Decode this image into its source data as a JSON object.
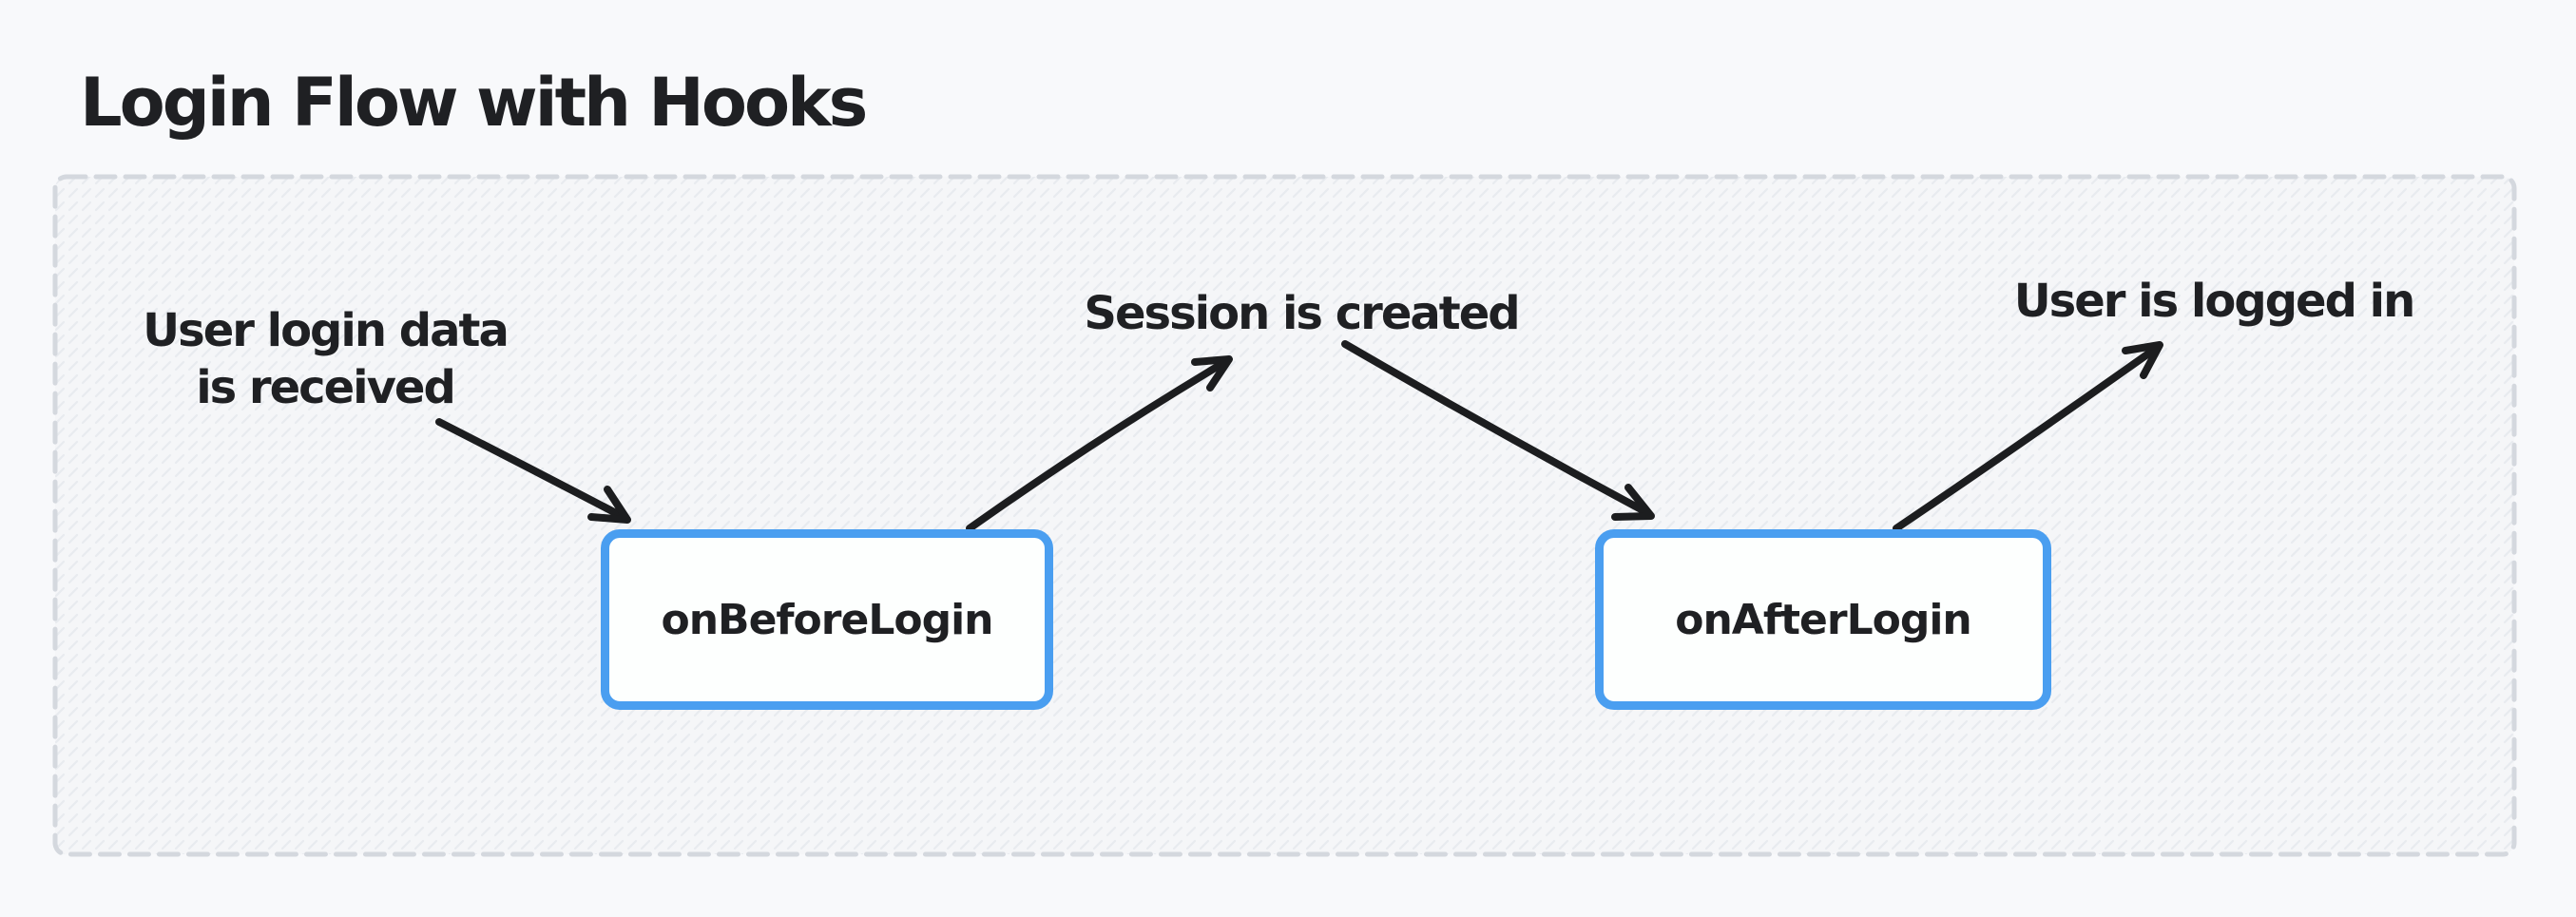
{
  "title": "Login Flow with Hooks",
  "canvas": {
    "background_color": "#f8f9fb",
    "frame_fill_color": "#f5f6f8",
    "frame_dash_color": "#d4d8de",
    "hatch_color": "#e8ebef"
  },
  "nodes": {
    "before": {
      "label": "onBeforeLogin"
    },
    "after": {
      "label": "onAfterLogin"
    }
  },
  "annotations": {
    "received": {
      "line1": "User login data",
      "line2": "is received"
    },
    "session": {
      "text": "Session is created"
    },
    "logged_in": {
      "text": "User is logged in"
    }
  },
  "edges": [
    {
      "from": "user-login-data-is-received",
      "to": "onBeforeLogin"
    },
    {
      "from": "onBeforeLogin",
      "to": "session-is-created"
    },
    {
      "from": "session-is-created",
      "to": "onAfterLogin"
    },
    {
      "from": "onAfterLogin",
      "to": "user-is-logged-in"
    }
  ],
  "colors": {
    "node_border": "#4a9ef0",
    "node_fill": "#fdfffe",
    "arrow": "#1c1d1f",
    "text": "#1f2023"
  }
}
